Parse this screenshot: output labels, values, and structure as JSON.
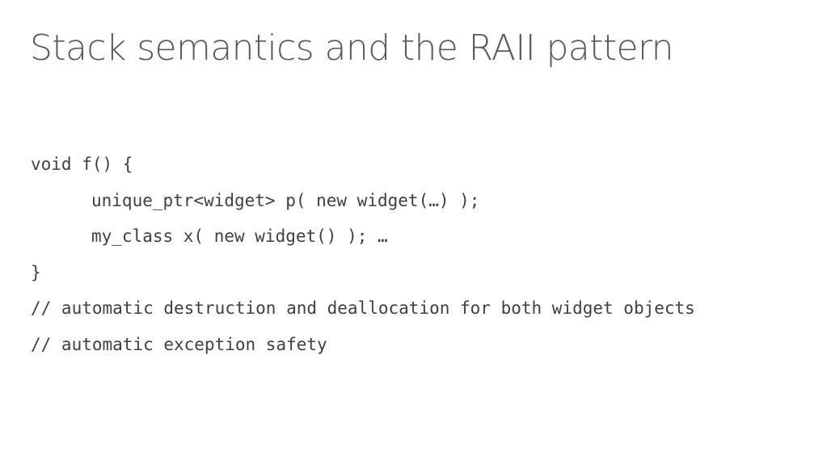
{
  "slide": {
    "title": "Stack semantics and the RAII pattern",
    "code_lines": [
      {
        "text": "void f() {",
        "indent": false
      },
      {
        "text": "unique_ptr<widget> p( new widget(…) );",
        "indent": true
      },
      {
        "text": "my_class x( new widget() ); …",
        "indent": true
      },
      {
        "text": "}",
        "indent": false
      },
      {
        "text": "// automatic destruction and deallocation for both widget objects",
        "indent": false
      },
      {
        "text": "// automatic exception safety",
        "indent": false
      }
    ]
  },
  "colors": {
    "title": "#595959",
    "code": "#404040",
    "background": "#ffffff"
  }
}
